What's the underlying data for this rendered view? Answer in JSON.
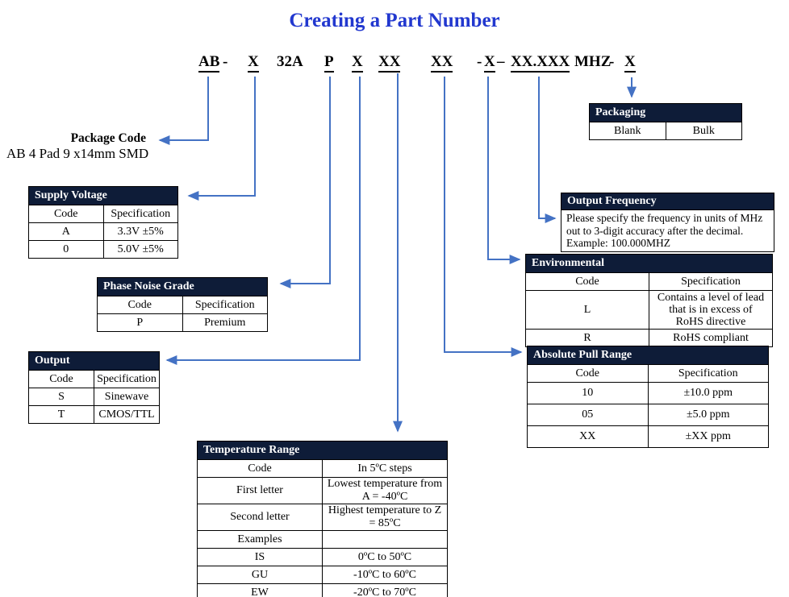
{
  "colors": {
    "title_blue": "#2238cf",
    "arrow_blue": "#4472c4",
    "header_navy": "#0e1c38",
    "border_black": "#000000"
  },
  "title": "Creating a Part Number",
  "part_number": {
    "segments": [
      {
        "text": "AB",
        "underlined": true
      },
      {
        "text": "-",
        "underlined": false
      },
      {
        "text": "X",
        "underlined": true
      },
      {
        "text": "32A",
        "underlined": false
      },
      {
        "text": "P",
        "underlined": true
      },
      {
        "text": "X",
        "underlined": true
      },
      {
        "text": "XX",
        "underlined": true
      },
      {
        "text": "XX",
        "underlined": true
      },
      {
        "text": "-",
        "underlined": false
      },
      {
        "text": "X",
        "underlined": true
      },
      {
        "text": "–",
        "underlined": false
      },
      {
        "text": "XX.XXX",
        "underlined": true
      },
      {
        "text": "MHZ",
        "underlined": false
      },
      {
        "text": "-",
        "underlined": false
      },
      {
        "text": "X",
        "underlined": true
      }
    ]
  },
  "package_code": {
    "label": "Package Code",
    "description": "AB 4 Pad 9 x14mm SMD"
  },
  "tables": {
    "packaging": {
      "title": "Packaging",
      "cells": [
        "Blank",
        "Bulk"
      ]
    },
    "supply_voltage": {
      "title": "Supply Voltage",
      "col_headers": [
        "Code",
        "Specification"
      ],
      "rows": [
        [
          "A",
          "3.3V ±5%"
        ],
        [
          "0",
          "5.0V ±5%"
        ]
      ]
    },
    "phase_noise_grade": {
      "title": "Phase Noise Grade",
      "col_headers": [
        "Code",
        "Specification"
      ],
      "rows": [
        [
          "P",
          "Premium"
        ]
      ]
    },
    "output": {
      "title": "Output",
      "col_headers": [
        "Code",
        "Specification"
      ],
      "rows": [
        [
          "S",
          "Sinewave"
        ],
        [
          "T",
          "CMOS/TTL"
        ]
      ]
    },
    "temperature_range": {
      "title": "Temperature Range",
      "rows": [
        [
          "Code",
          "In 5ºC steps"
        ],
        [
          "First letter",
          "Lowest temperature from A = -40ºC"
        ],
        [
          "Second letter",
          "Highest temperature to Z = 85ºC"
        ],
        [
          "Examples",
          ""
        ],
        [
          "IS",
          "0ºC to 50ºC"
        ],
        [
          "GU",
          "-10ºC to 60ºC"
        ],
        [
          "EW",
          "-20ºC to 70ºC"
        ]
      ]
    },
    "absolute_pull_range": {
      "title": "Absolute Pull Range",
      "col_headers": [
        "Code",
        "Specification"
      ],
      "rows": [
        [
          "10",
          "±10.0 ppm"
        ],
        [
          "05",
          "±5.0 ppm"
        ],
        [
          "XX",
          "±XX ppm"
        ]
      ]
    },
    "environmental": {
      "title": "Environmental",
      "col_headers": [
        "Code",
        "Specification"
      ],
      "rows": [
        [
          "L",
          "Contains a level of lead that is in excess of RoHS directive"
        ],
        [
          "R",
          "RoHS compliant"
        ]
      ]
    },
    "output_frequency": {
      "title": "Output Frequency",
      "lines": [
        "Please specify the frequency in units of MHz",
        "out to 3-digit accuracy after the decimal.",
        "Example: 100.000MHZ"
      ]
    }
  }
}
